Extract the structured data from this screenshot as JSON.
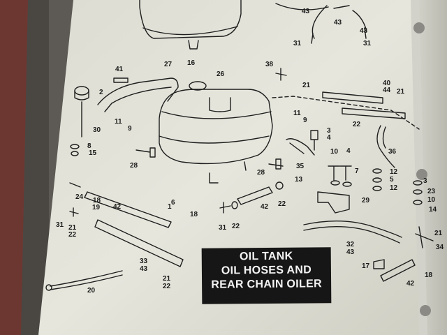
{
  "caption": {
    "line1": "OIL TANK",
    "line2": "OIL HOSES AND",
    "line3": "REAR CHAIN OILER"
  },
  "callouts": [
    {
      "id": "c43a",
      "text": "43"
    },
    {
      "id": "c43b",
      "text": "43"
    },
    {
      "id": "c43c",
      "text": "43"
    },
    {
      "id": "c31a",
      "text": "31"
    },
    {
      "id": "c31b",
      "text": "31"
    },
    {
      "id": "c41",
      "text": "41"
    },
    {
      "id": "c27",
      "text": "27"
    },
    {
      "id": "c16",
      "text": "16"
    },
    {
      "id": "c26",
      "text": "26"
    },
    {
      "id": "c38",
      "text": "38"
    },
    {
      "id": "c2",
      "text": "2"
    },
    {
      "id": "c21a",
      "text": "21"
    },
    {
      "id": "c40",
      "text": "40"
    },
    {
      "id": "c44",
      "text": "44"
    },
    {
      "id": "c21b",
      "text": "21"
    },
    {
      "id": "c11a",
      "text": "11"
    },
    {
      "id": "c9a",
      "text": "9"
    },
    {
      "id": "c11b",
      "text": "11"
    },
    {
      "id": "c9b",
      "text": "9"
    },
    {
      "id": "c22a",
      "text": "22"
    },
    {
      "id": "c30",
      "text": "30"
    },
    {
      "id": "c3",
      "text": "3"
    },
    {
      "id": "c4a",
      "text": "4"
    },
    {
      "id": "c8",
      "text": "8"
    },
    {
      "id": "c15a",
      "text": "15"
    },
    {
      "id": "c10",
      "text": "10"
    },
    {
      "id": "c36",
      "text": "36"
    },
    {
      "id": "c28a",
      "text": "28"
    },
    {
      "id": "c4b",
      "text": "4"
    },
    {
      "id": "c35",
      "text": "35"
    },
    {
      "id": "c28b",
      "text": "28"
    },
    {
      "id": "c13",
      "text": "13"
    },
    {
      "id": "c7",
      "text": "7"
    },
    {
      "id": "c12a",
      "text": "12"
    },
    {
      "id": "c5",
      "text": "5"
    },
    {
      "id": "c12b",
      "text": "12"
    },
    {
      "id": "c3b",
      "text": "3"
    },
    {
      "id": "c23",
      "text": "23"
    },
    {
      "id": "c10b",
      "text": "10"
    },
    {
      "id": "c14",
      "text": "14"
    },
    {
      "id": "c24",
      "text": "24"
    },
    {
      "id": "c18a",
      "text": "18"
    },
    {
      "id": "c19",
      "text": "19"
    },
    {
      "id": "c42a",
      "text": "42"
    },
    {
      "id": "c1",
      "text": "1"
    },
    {
      "id": "c6",
      "text": "6"
    },
    {
      "id": "c29",
      "text": "29"
    },
    {
      "id": "c42b",
      "text": "42"
    },
    {
      "id": "c22b",
      "text": "22"
    },
    {
      "id": "c18b",
      "text": "18"
    },
    {
      "id": "c31c",
      "text": "31"
    },
    {
      "id": "c21c",
      "text": "21"
    },
    {
      "id": "c22c",
      "text": "22"
    },
    {
      "id": "c31d",
      "text": "31"
    },
    {
      "id": "c22d",
      "text": "22"
    },
    {
      "id": "c32",
      "text": "32"
    },
    {
      "id": "c43d",
      "text": "43"
    },
    {
      "id": "c21d",
      "text": "21"
    },
    {
      "id": "c34",
      "text": "34"
    },
    {
      "id": "c33",
      "text": "33"
    },
    {
      "id": "c43e",
      "text": "43"
    },
    {
      "id": "c17",
      "text": "17"
    },
    {
      "id": "c18c",
      "text": "18"
    },
    {
      "id": "c21e",
      "text": "21"
    },
    {
      "id": "c22e",
      "text": "22"
    },
    {
      "id": "c20",
      "text": "20"
    },
    {
      "id": "c42c",
      "text": "42"
    }
  ]
}
